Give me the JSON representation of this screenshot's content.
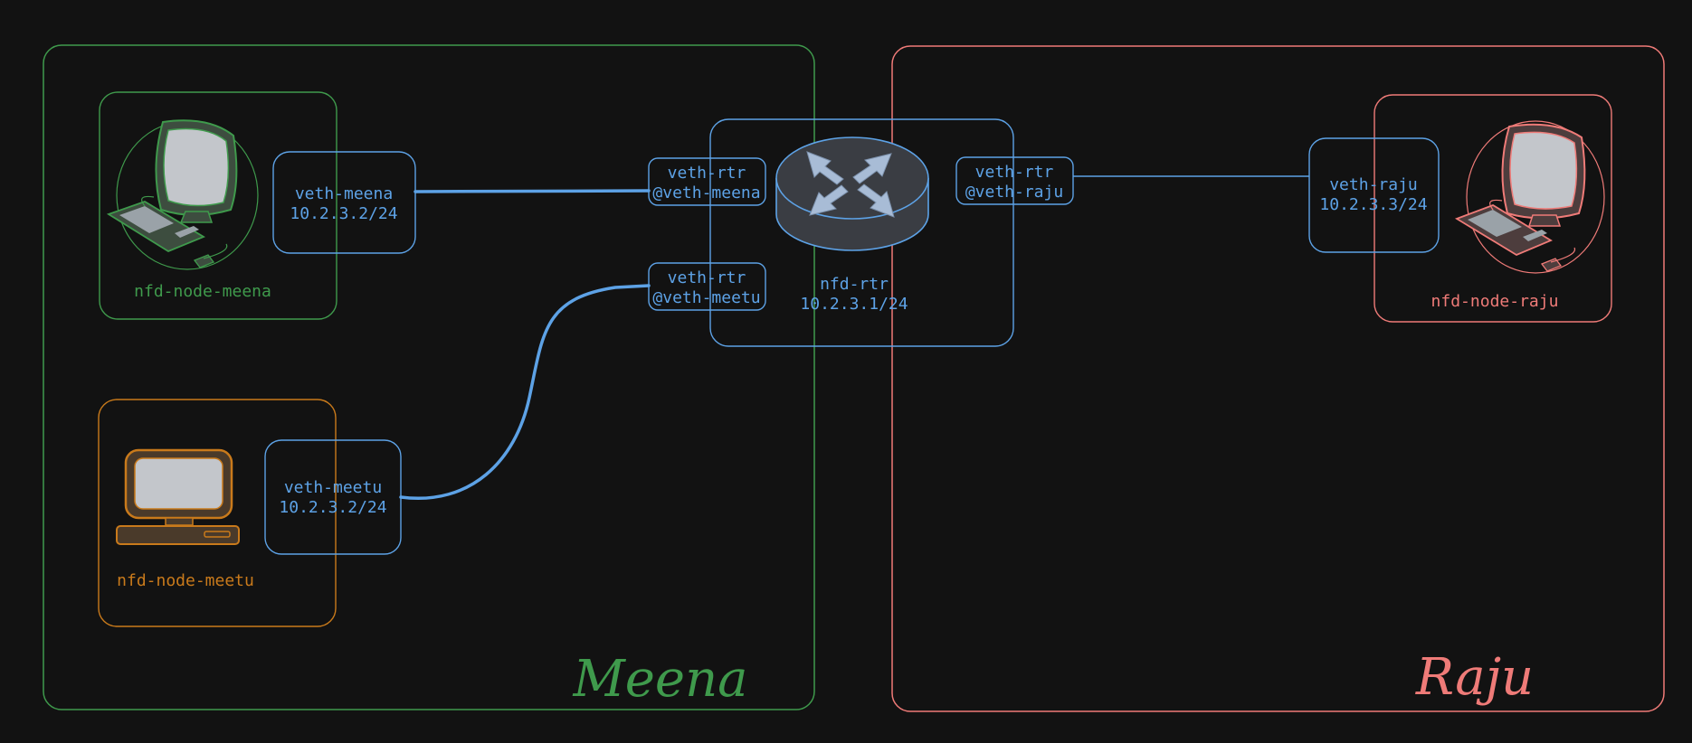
{
  "zones": {
    "meena": {
      "label": "Meena",
      "color": "#3f9a4c"
    },
    "raju": {
      "label": "Raju",
      "color": "#ef7b78"
    }
  },
  "nodes": {
    "meena": {
      "name": "nfd-node-meena",
      "color": "#3f9a4c"
    },
    "meetu": {
      "name": "nfd-node-meetu",
      "color": "#c97a1b"
    },
    "raju": {
      "name": "nfd-node-raju",
      "color": "#ef7b78"
    }
  },
  "interfaces": {
    "veth_meena": {
      "name": "veth-meena",
      "ip": "10.2.3.2/24"
    },
    "veth_meetu": {
      "name": "veth-meetu",
      "ip": "10.2.3.2/24"
    },
    "veth_raju": {
      "name": "veth-raju",
      "ip": "10.2.3.3/24"
    },
    "rtr_meena": {
      "line1": "veth-rtr",
      "line2": "@veth-meena"
    },
    "rtr_meetu": {
      "line1": "veth-rtr",
      "line2": "@veth-meetu"
    },
    "rtr_raju": {
      "line1": "veth-rtr",
      "line2": "@veth-raju"
    }
  },
  "router": {
    "name": "nfd-rtr",
    "ip": "10.2.3.1/24",
    "color": "#5da2e6"
  }
}
